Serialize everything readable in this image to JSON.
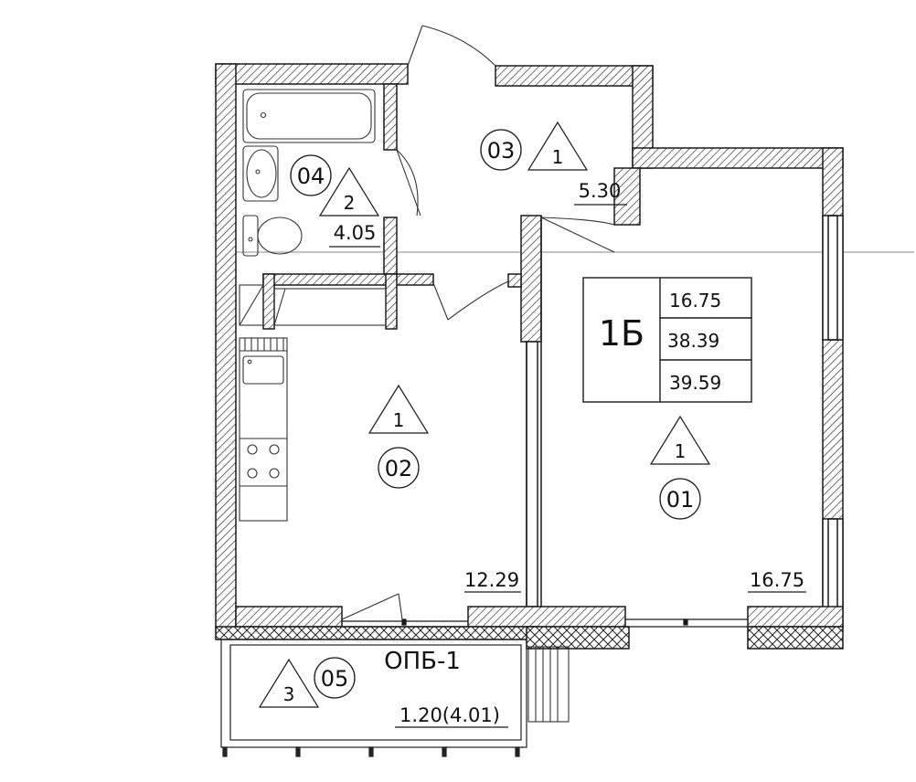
{
  "apartment": {
    "type_label": "1Б",
    "living_area": "16.75",
    "total_area": "38.39",
    "total_area_with_balcony": "39.59"
  },
  "rooms": [
    {
      "id": "01",
      "category": "1",
      "area": "16.75"
    },
    {
      "id": "02",
      "category": "1",
      "area": "12.29"
    },
    {
      "id": "03",
      "category": "1",
      "area": "5.30"
    },
    {
      "id": "04",
      "category": "2",
      "area": "4.05"
    },
    {
      "id": "05",
      "category": "3",
      "area": "1.20(4.01)",
      "label": "ОПБ-1"
    }
  ],
  "colors": {
    "line": "#1a1a1a",
    "hatch": "#222222",
    "background": "#ffffff"
  }
}
